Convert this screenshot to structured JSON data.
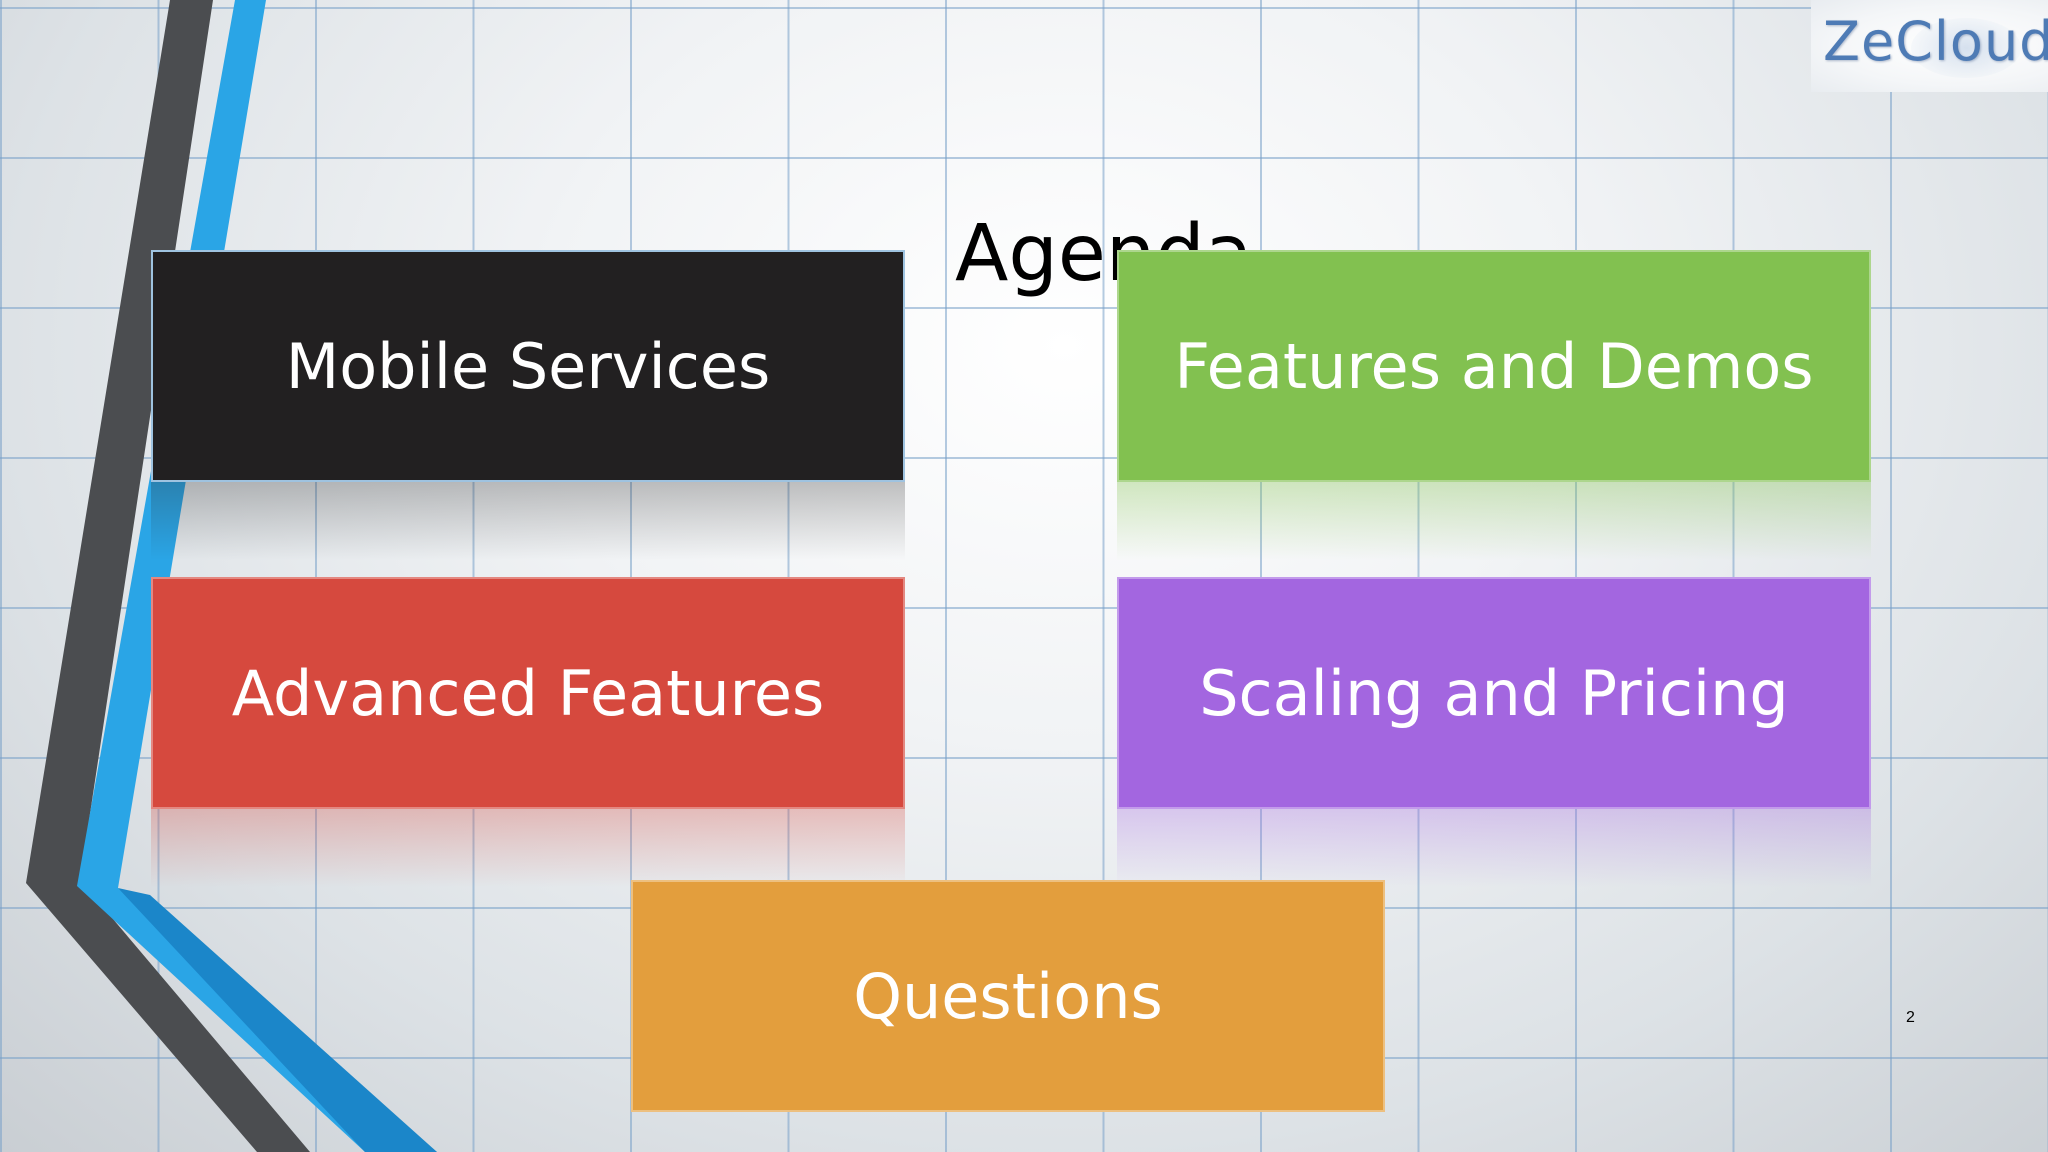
{
  "slide": {
    "title": "Agenda",
    "page_number": "2"
  },
  "logo": {
    "text": "ZeCloud"
  },
  "tiles": [
    {
      "label": "Mobile Services",
      "color": "#222021"
    },
    {
      "label": "Features and Demos",
      "color": "#82c150"
    },
    {
      "label": "Advanced Features",
      "color": "#d6493e"
    },
    {
      "label": "Scaling and Pricing",
      "color": "#a366e0"
    },
    {
      "label": "Questions",
      "color": "#e39e3d"
    }
  ],
  "theme": {
    "stripe_blue": "#2aa5e6",
    "stripe_gray": "#4b4d50"
  }
}
